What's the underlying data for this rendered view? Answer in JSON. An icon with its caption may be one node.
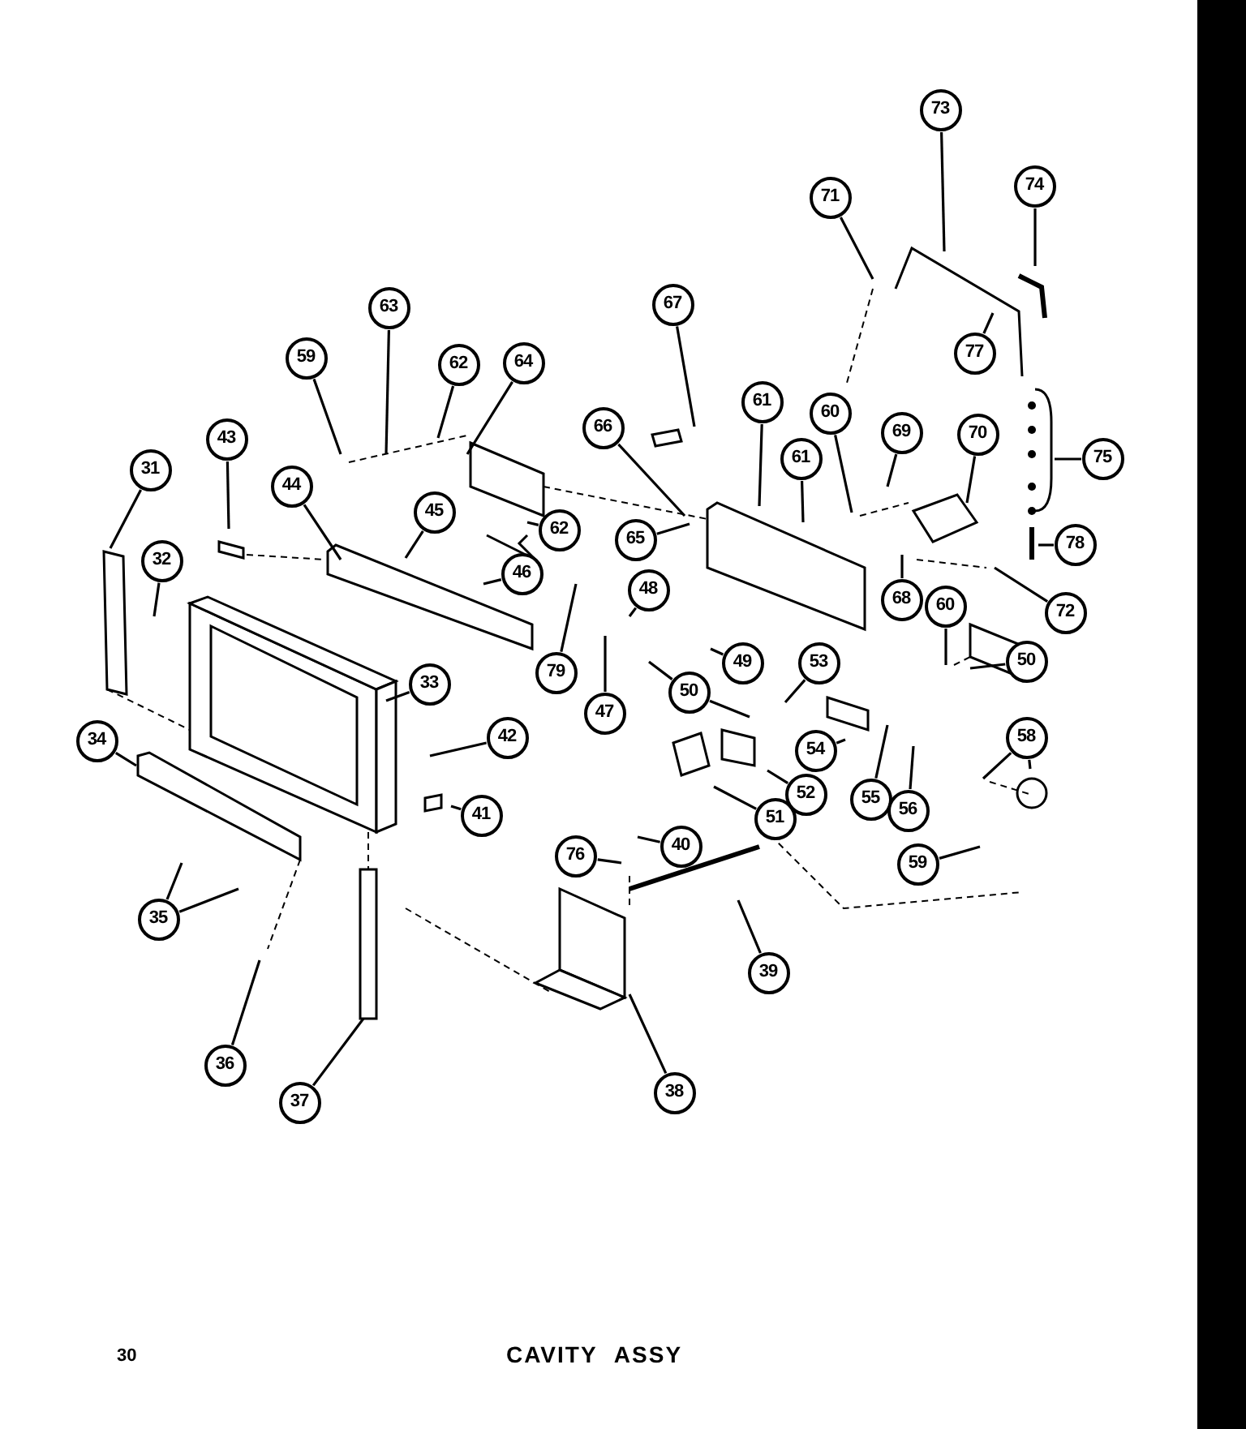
{
  "diagram": {
    "caption": "CAVITY ASSY",
    "nodes": [
      {
        "text": [
          "31"
        ]
      },
      {
        "text": [
          "32"
        ]
      },
      {
        "text": [
          "33"
        ]
      },
      {
        "text": [
          "34"
        ]
      },
      {
        "text": [
          "35"
        ]
      },
      {
        "text": [
          "36"
        ]
      },
      {
        "text": [
          "37"
        ]
      },
      {
        "text": [
          "38"
        ]
      },
      {
        "text": [
          "39"
        ]
      },
      {
        "text": [
          "40"
        ]
      },
      {
        "text": [
          "41"
        ]
      },
      {
        "text": [
          "42"
        ]
      },
      {
        "text": [
          "43"
        ]
      },
      {
        "text": [
          "44"
        ]
      },
      {
        "text": [
          "45"
        ]
      },
      {
        "text": [
          "46"
        ]
      },
      {
        "text": [
          "47"
        ]
      },
      {
        "text": [
          "48"
        ]
      },
      {
        "text": [
          "49"
        ]
      },
      {
        "text": [
          "50"
        ]
      },
      {
        "text": [
          "51"
        ]
      },
      {
        "text": [
          "52"
        ]
      },
      {
        "text": [
          "53"
        ]
      },
      {
        "text": [
          "54"
        ]
      },
      {
        "text": [
          "55"
        ]
      },
      {
        "text": [
          "56"
        ]
      },
      {
        "text": [
          "58"
        ]
      },
      {
        "text": [
          "59"
        ]
      },
      {
        "text": [
          "59"
        ]
      },
      {
        "text": [
          "50"
        ]
      },
      {
        "text": [
          "60"
        ]
      },
      {
        "text": [
          "60"
        ]
      },
      {
        "text": [
          "61"
        ]
      },
      {
        "text": [
          "61"
        ]
      },
      {
        "text": [
          "62"
        ]
      },
      {
        "text": [
          "62"
        ]
      },
      {
        "text": [
          "63"
        ]
      },
      {
        "text": [
          "64"
        ]
      },
      {
        "text": [
          "65"
        ]
      },
      {
        "text": [
          "66"
        ]
      },
      {
        "text": [
          "67"
        ]
      },
      {
        "text": [
          "68"
        ]
      },
      {
        "text": [
          "69"
        ]
      },
      {
        "text": [
          "70"
        ]
      },
      {
        "text": [
          "71"
        ]
      },
      {
        "text": [
          "73"
        ]
      },
      {
        "text": [
          "74"
        ]
      },
      {
        "text": [
          "75"
        ]
      },
      {
        "text": [
          "76"
        ]
      },
      {
        "text": [
          "77"
        ]
      },
      {
        "text": [
          "78"
        ]
      },
      {
        "text": [
          "72"
        ]
      },
      {
        "text": [
          "79"
        ]
      }
    ],
    "edges": [
      {
        "from": 0,
        "to": null,
        "arrow": "none"
      },
      {
        "from": 1,
        "to": null,
        "arrow": "none"
      },
      {
        "from": 2,
        "to": null,
        "arrow": "none"
      },
      {
        "from": 3,
        "to": null,
        "arrow": "none"
      },
      {
        "from": 4,
        "to": null,
        "arrow": "none"
      },
      {
        "from": 4,
        "to": null,
        "arrow": "none"
      },
      {
        "from": 5,
        "to": null,
        "arrow": "none"
      },
      {
        "from": 6,
        "to": null,
        "arrow": "none"
      },
      {
        "from": 7,
        "to": null,
        "arrow": "none"
      },
      {
        "from": 8,
        "to": null,
        "arrow": "none"
      },
      {
        "from": 9,
        "to": null,
        "arrow": "none"
      },
      {
        "from": 10,
        "to": null,
        "arrow": "none"
      },
      {
        "from": 11,
        "to": null,
        "arrow": "none"
      },
      {
        "from": 12,
        "to": null,
        "arrow": "none"
      },
      {
        "from": 13,
        "to": null,
        "arrow": "none"
      },
      {
        "from": 14,
        "to": null,
        "arrow": "none"
      },
      {
        "from": 15,
        "to": null,
        "arrow": "none"
      },
      {
        "from": 16,
        "to": null,
        "arrow": "none"
      },
      {
        "from": 17,
        "to": null,
        "arrow": "none"
      },
      {
        "from": 18,
        "to": null,
        "arrow": "none"
      },
      {
        "from": 19,
        "to": null,
        "arrow": "none"
      },
      {
        "from": 19,
        "to": null,
        "arrow": "none"
      },
      {
        "from": 20,
        "to": null,
        "arrow": "none"
      },
      {
        "from": 21,
        "to": null,
        "arrow": "none"
      },
      {
        "from": 22,
        "to": null,
        "arrow": "none"
      },
      {
        "from": 23,
        "to": null,
        "arrow": "none"
      },
      {
        "from": 24,
        "to": null,
        "arrow": "none"
      },
      {
        "from": 25,
        "to": null,
        "arrow": "none"
      },
      {
        "from": 26,
        "to": null,
        "arrow": "none"
      },
      {
        "from": 26,
        "to": null,
        "arrow": "none"
      },
      {
        "from": 27,
        "to": null,
        "arrow": "none"
      },
      {
        "from": 28,
        "to": null,
        "arrow": "none"
      },
      {
        "from": 29,
        "to": null,
        "arrow": "none"
      },
      {
        "from": 30,
        "to": null,
        "arrow": "none"
      },
      {
        "from": 31,
        "to": null,
        "arrow": "none"
      },
      {
        "from": 32,
        "to": null,
        "arrow": "none"
      },
      {
        "from": 33,
        "to": null,
        "arrow": "none"
      },
      {
        "from": 34,
        "to": null,
        "arrow": "none"
      },
      {
        "from": 35,
        "to": null,
        "arrow": "none"
      },
      {
        "from": 36,
        "to": null,
        "arrow": "none"
      },
      {
        "from": 37,
        "to": null,
        "arrow": "none"
      },
      {
        "from": 38,
        "to": null,
        "arrow": "none"
      },
      {
        "from": 39,
        "to": null,
        "arrow": "none"
      },
      {
        "from": 40,
        "to": null,
        "arrow": "none"
      },
      {
        "from": 41,
        "to": null,
        "arrow": "none"
      },
      {
        "from": 42,
        "to": null,
        "arrow": "none"
      },
      {
        "from": 43,
        "to": null,
        "arrow": "none"
      },
      {
        "from": 44,
        "to": null,
        "arrow": "none"
      },
      {
        "from": 45,
        "to": null,
        "arrow": "none"
      },
      {
        "from": 46,
        "to": null,
        "arrow": "none"
      },
      {
        "from": 47,
        "to": null,
        "arrow": "none"
      },
      {
        "from": 48,
        "to": null,
        "arrow": "none"
      },
      {
        "from": 49,
        "to": null,
        "arrow": "none"
      },
      {
        "from": 50,
        "to": null,
        "arrow": "none"
      },
      {
        "from": 51,
        "to": null,
        "arrow": "none"
      },
      {
        "from": 52,
        "to": null,
        "arrow": "none"
      }
    ],
    "labels": [
      "30"
    ]
  }
}
